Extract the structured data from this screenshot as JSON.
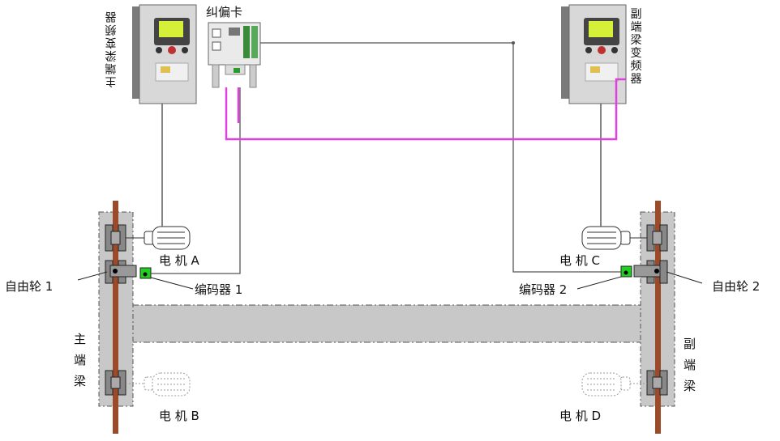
{
  "labels": {
    "card": "纠偏卡",
    "main_vfd": "主端梁变频器",
    "sub_vfd": "副端梁变频器",
    "motor_a": "电 机 A",
    "motor_b": "电 机 B",
    "motor_c": "电 机 C",
    "motor_d": "电 机 D",
    "encoder_1": "编码器 1",
    "encoder_2": "编码器 2",
    "wheel_1": "自由轮 1",
    "wheel_2": "自由轮 2",
    "main_beam": "主端梁",
    "sub_beam": "副端梁"
  },
  "colors": {
    "rail": "#9b4a2a",
    "beam_fill": "#c8c8c8",
    "signal_line": "#e040e0",
    "wire": "#666666",
    "encoder": "#1fd11f",
    "vfd_screen": "#d6f03a"
  }
}
